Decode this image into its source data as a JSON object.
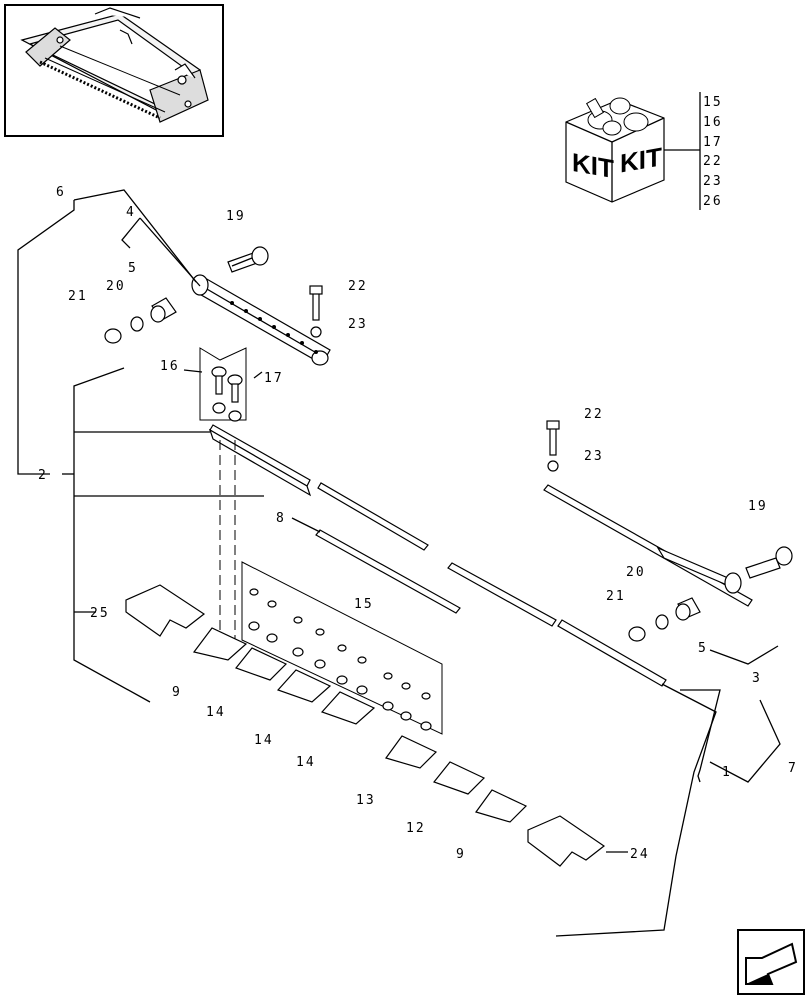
{
  "kit": {
    "label_left": "KIT",
    "label_right": "KIT",
    "refs": [
      "15",
      "16",
      "17",
      "22",
      "23",
      "26"
    ]
  },
  "callouts": {
    "c6": "6",
    "c4": "4",
    "c19a": "19",
    "c5a": "5",
    "c20a": "20",
    "c21a": "21",
    "c22a": "22",
    "c23a": "23",
    "c16": "16",
    "c17": "17",
    "c2": "2",
    "c8": "8",
    "c25": "25",
    "c15": "15",
    "c9a": "9",
    "c14a": "14",
    "c14b": "14",
    "c14c": "14",
    "c13": "13",
    "c12": "12",
    "c9b": "9",
    "c24": "24",
    "c22b": "22",
    "c23b": "23",
    "c19b": "19",
    "c20b": "20",
    "c21b": "21",
    "c5b": "5",
    "c3": "3",
    "c1": "1",
    "c7": "7"
  }
}
